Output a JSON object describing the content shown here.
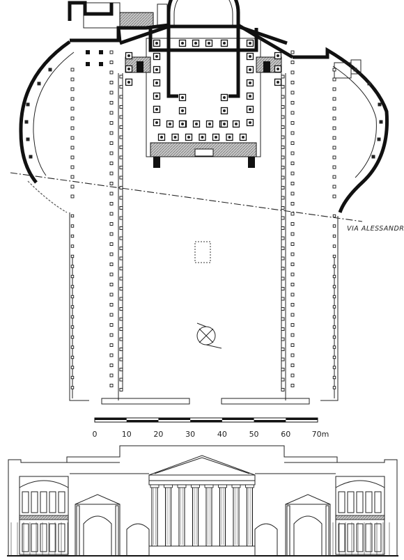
{
  "figure": {
    "street_label": "VIA ALESSANDRINA",
    "scale_bar": {
      "unit": "m",
      "ticks": [
        "0",
        "10",
        "20",
        "30",
        "40",
        "50",
        "60",
        "70m"
      ]
    }
  },
  "colors": {
    "ink": "#111111",
    "hatch": "#9a9a9a",
    "paper": "#ffffff"
  }
}
